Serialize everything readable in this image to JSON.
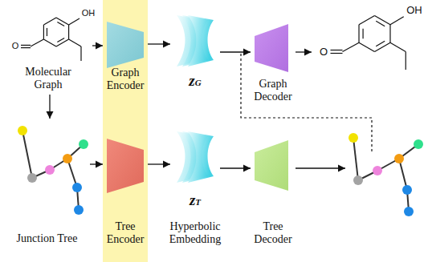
{
  "diagram": {
    "nodes": [
      {
        "text": [
          "Molecular Graph"
        ]
      },
      {
        "text": [
          "Graph Encoder"
        ]
      },
      {
        "text": [
          "zG"
        ]
      },
      {
        "text": [
          "Graph Decoder"
        ]
      },
      {
        "text": [
          "Junction Tree"
        ]
      },
      {
        "text": [
          "Tree Encoder"
        ]
      },
      {
        "text": [
          "zT"
        ]
      },
      {
        "text": [
          "Tree Decoder"
        ]
      }
    ],
    "edges": [
      {
        "from": 0,
        "to": 1,
        "arrow": "to"
      },
      {
        "from": 1,
        "to": 2,
        "arrow": "to"
      },
      {
        "from": 2,
        "to": 3,
        "arrow": "to"
      },
      {
        "from": 0,
        "to": 4,
        "arrow": "to"
      },
      {
        "from": 4,
        "to": 5,
        "arrow": "to"
      },
      {
        "from": 5,
        "to": 6,
        "arrow": "to"
      },
      {
        "from": 6,
        "to": 7,
        "arrow": "to"
      }
    ],
    "labels": [
      "OH",
      "O",
      "OH",
      "O",
      "Hyperbolic Embedding"
    ]
  }
}
